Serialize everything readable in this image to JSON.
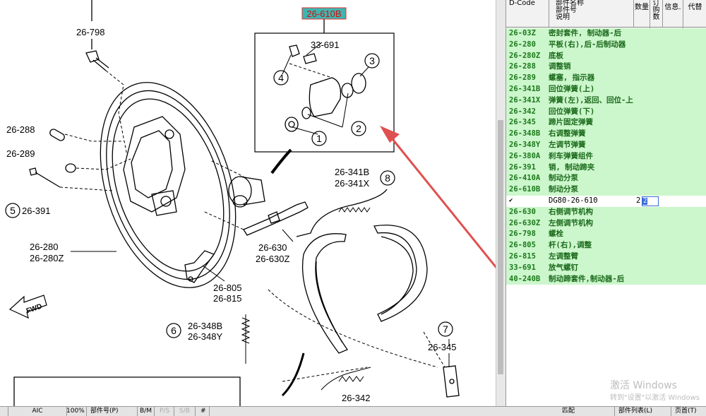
{
  "diagram": {
    "top_label": "26-610B",
    "callouts": {
      "c1": "33-691",
      "c2": "26-798",
      "c3": "26-288",
      "c4": "26-289",
      "c5": "26-391",
      "c6": "26-280",
      "c7": "26-280Z",
      "c8": "26-341B",
      "c9": "26-341X",
      "c10": "26-630",
      "c11": "26-630Z",
      "c12": "26-805",
      "c13": "26-815",
      "c14": "26-348B",
      "c15": "26-348Y",
      "c16": "26-345",
      "c17": "26-342"
    },
    "numbers": {
      "n1": "1",
      "n2": "2",
      "n3": "3",
      "n4": "4",
      "n5": "5",
      "n6": "6",
      "n7": "7",
      "n8": "8"
    },
    "fwd": "FWD"
  },
  "panel": {
    "headers": {
      "dcode": "D-Code",
      "part_name": "部件名称\n部件号\n说明",
      "qty": "数量",
      "order_qty": "订购数",
      "info": "信息.",
      "sub": "代替"
    },
    "rows": [
      {
        "code": "26-03Z",
        "name": "密封套件, 制动器-后"
      },
      {
        "code": "26-280",
        "name": "平板(右),后-后制动器"
      },
      {
        "code": "26-280Z",
        "name": "底板"
      },
      {
        "code": "26-288",
        "name": "调整销"
      },
      {
        "code": "26-289",
        "name": "螺塞, 指示器"
      },
      {
        "code": "26-341B",
        "name": "回位弹簧(上)"
      },
      {
        "code": "26-341X",
        "name": "弹簧(左),返回、回位-上"
      },
      {
        "code": "26-342",
        "name": "回位弹簧(下)"
      },
      {
        "code": "26-345",
        "name": "蹄片固定弹簧"
      },
      {
        "code": "26-348B",
        "name": "右调整弹簧"
      },
      {
        "code": "26-348Y",
        "name": "左调节弹簧"
      },
      {
        "code": "26-380A",
        "name": "刹车弹簧组件"
      },
      {
        "code": "26-391",
        "name": "销, 制动蹄夹"
      },
      {
        "code": "26-410A",
        "name": "制动分泵"
      },
      {
        "code": "26-610B",
        "name": "制动分泵"
      }
    ],
    "edit_row": {
      "check": "✔",
      "code": "DG80-26-610",
      "qty": "2",
      "order": "2"
    },
    "rows2": [
      {
        "code": "26-630",
        "name": "右侧调节机构"
      },
      {
        "code": "26-630Z",
        "name": "左侧调节机构"
      },
      {
        "code": "26-798",
        "name": "螺栓"
      },
      {
        "code": "26-805",
        "name": "杆(右),调整"
      },
      {
        "code": "26-815",
        "name": "左调整臂"
      },
      {
        "code": "33-691",
        "name": "放气螺钉"
      },
      {
        "code": "40-240B",
        "name": "制动蹄套件,制动器-后"
      }
    ]
  },
  "watermark": {
    "title": "激活 Windows",
    "sub": "转到\"设置\"以激活 Windows"
  },
  "statusbar": {
    "s1": "AIC",
    "s2": "100%",
    "s3": "部件号(P)",
    "s4": "B/M",
    "s5": "P/S",
    "s6": "S/B",
    "s7": "#",
    "s8": "匹配",
    "s9": "部件列表(L)",
    "s10": "页首(T)"
  }
}
